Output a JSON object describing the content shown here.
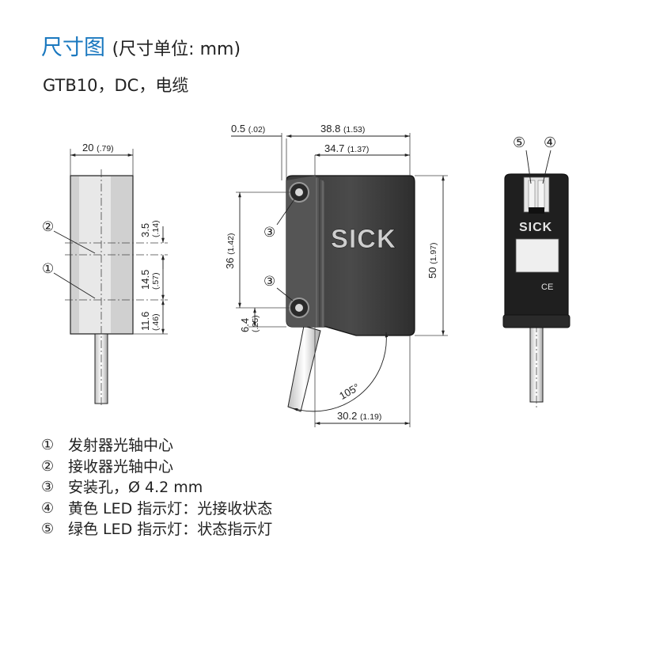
{
  "header": {
    "title": "尺寸图",
    "unit_note": "(尺寸单位: mm)",
    "model": "GTB10，DC，电缆"
  },
  "dimensions": {
    "front_width": "20",
    "front_width_in": "(.79)",
    "d_3_5": "3.5",
    "d_3_5_in": "(.14)",
    "d_14_5": "14.5",
    "d_14_5_in": "(.57)",
    "d_11_6": "11.6",
    "d_11_6_in": "(.46)",
    "d_0_5": "0.5",
    "d_0_5_in": "(.02)",
    "d_38_8": "38.8",
    "d_38_8_in": "(1.53)",
    "d_34_7": "34.7",
    "d_34_7_in": "(1.37)",
    "d_36": "36",
    "d_36_in": "(1.42)",
    "d_6_4": "6.4",
    "d_6_4_in": "(.25)",
    "d_50": "50",
    "d_50_in": "(1.97)",
    "d_30_2": "30.2",
    "d_30_2_in": "(1.19)",
    "angle": "105°"
  },
  "callouts": {
    "c1": "①",
    "c2": "②",
    "c3": "③",
    "c4": "④",
    "c5": "⑤"
  },
  "brand": {
    "logo": "SICK",
    "ce": "CE"
  },
  "legend": [
    {
      "num": "①",
      "text": "发射器光轴中心"
    },
    {
      "num": "②",
      "text": "接收器光轴中心"
    },
    {
      "num": "③",
      "text": "安装孔，Ø 4.2 mm"
    },
    {
      "num": "④",
      "text": "黄色 LED 指示灯：光接收状态"
    },
    {
      "num": "⑤",
      "text": "绿色 LED 指示灯：状态指示灯"
    }
  ]
}
